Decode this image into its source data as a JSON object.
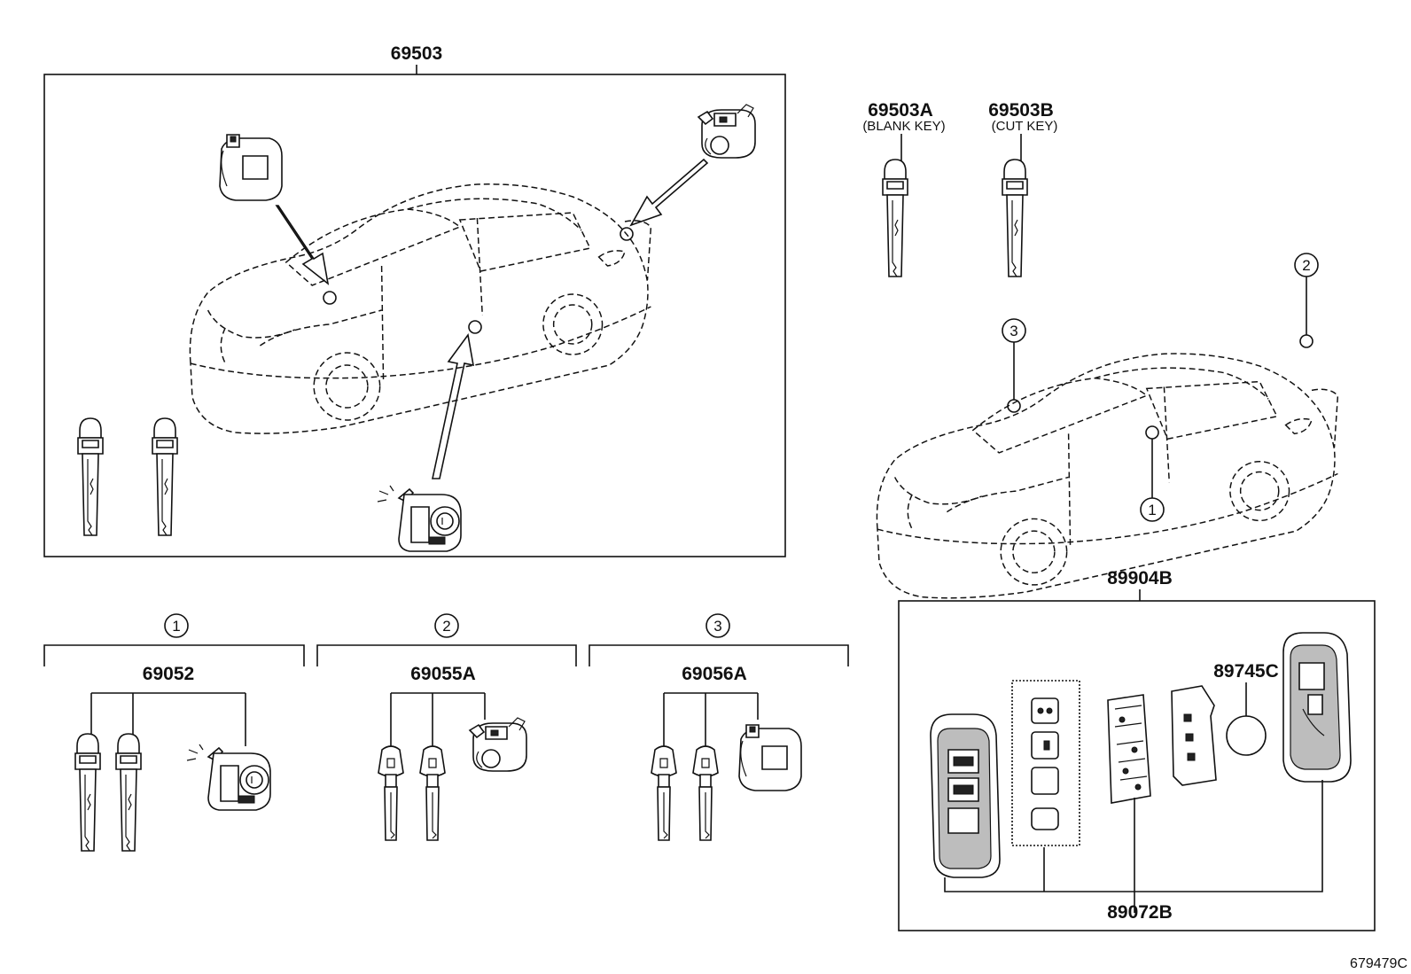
{
  "diagram": {
    "main_assembly": {
      "part_number": "69503"
    },
    "blank_key": {
      "part_number": "69503A",
      "description": "(BLANK KEY)"
    },
    "cut_key": {
      "part_number": "69503B",
      "description": "(CUT KEY)"
    },
    "callouts": {
      "one": "1",
      "two": "2",
      "three": "3"
    },
    "group_1": {
      "part_number": "69052"
    },
    "group_2": {
      "part_number": "69055A"
    },
    "group_3": {
      "part_number": "69056A"
    },
    "transmitter_assembly": {
      "part_number": "89904B"
    },
    "battery": {
      "part_number": "89745C"
    },
    "transmitter_housing": {
      "part_number": "89072B"
    },
    "illustration_code": "679479C"
  }
}
